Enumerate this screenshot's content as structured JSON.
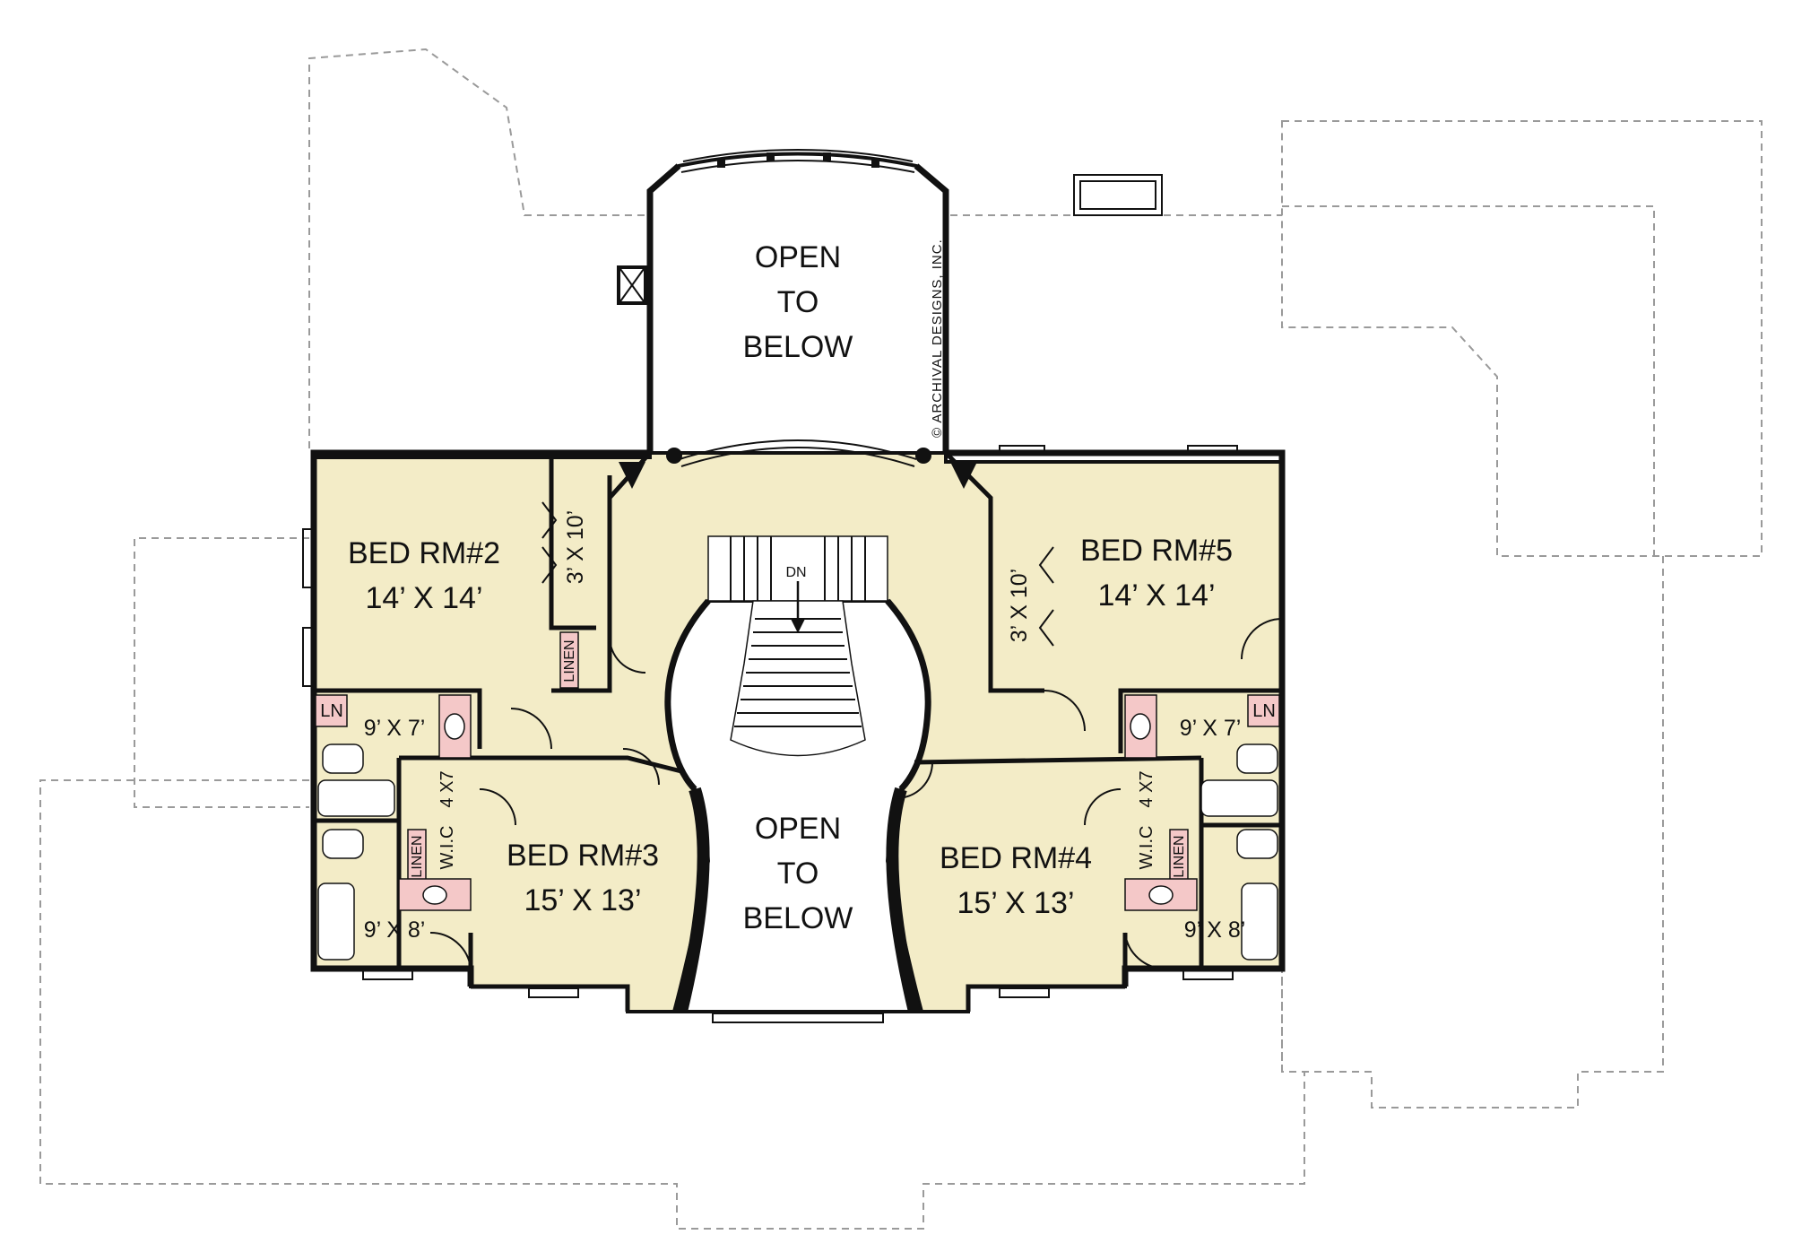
{
  "rooms": {
    "open_top": [
      "OPEN",
      "TO",
      "BELOW"
    ],
    "open_bottom": [
      "OPEN",
      "TO",
      "BELOW"
    ],
    "bed2": {
      "name": "BED RM#2",
      "size": "14’ X 14’"
    },
    "bed3": {
      "name": "BED RM#3",
      "size": "15’ X 13’"
    },
    "bed4": {
      "name": "BED RM#4",
      "size": "15’ X 13’"
    },
    "bed5": {
      "name": "BED RM#5",
      "size": "14’ X 14’"
    }
  },
  "closets": {
    "closet_left": "3’ X 10’",
    "closet_right": "3’ X 10’",
    "wic_left": "W.I.C",
    "wic_left_size": "4 X7",
    "wic_right": "W.I.C",
    "wic_right_size": "4 X7",
    "linen_left": "LINEN",
    "linen_left_lower": "LINEN",
    "linen_right_lower": "LINEN",
    "ln_left": "LN",
    "ln_right": "LN"
  },
  "baths": {
    "bath_left_upper": "9’ X 7’",
    "bath_left_lower": "9’ X 8’",
    "bath_right_upper": "9’ X 7’",
    "bath_right_lower": "9’ X 8’"
  },
  "stair": {
    "label": "DN"
  },
  "watermark": "© ARCHIVAL DESIGNS, INC.",
  "colors": {
    "floor": "#f3ecc7",
    "fixture": "#f4c8c8",
    "wall": "#111111",
    "outline": "#9a9a9a"
  }
}
